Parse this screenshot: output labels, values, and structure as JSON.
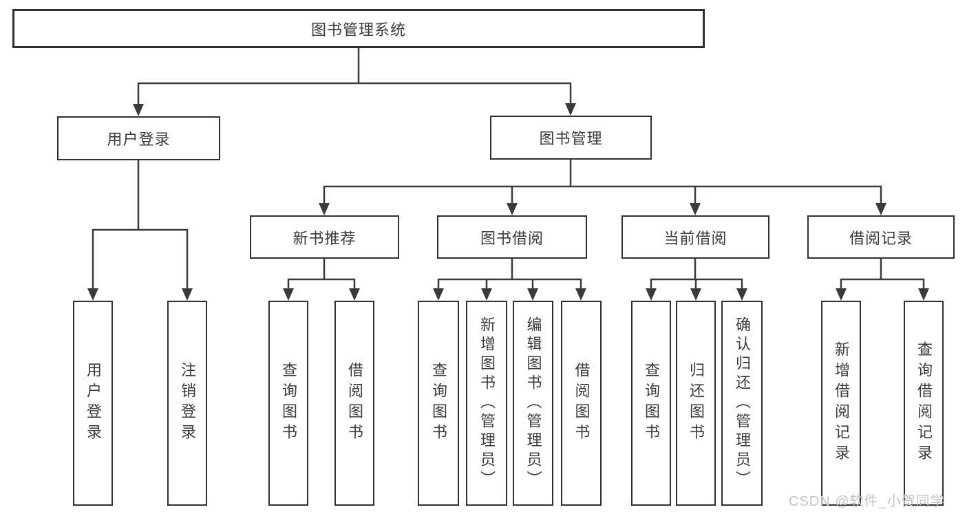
{
  "nodes": {
    "root": "图书管理系统",
    "login": "用户登录",
    "management": "图书管理",
    "level3": [
      "新书推荐",
      "图书借阅",
      "当前借阅",
      "借阅记录"
    ],
    "login_children": [
      "用户登录",
      "注销登录"
    ],
    "newbook_children": [
      "查询图书",
      "借阅图书"
    ],
    "borrow_children": [
      "查询图书",
      "新增图书（管理员）",
      "编辑图书（管理员）",
      "借阅图书"
    ],
    "current_children": [
      "查询图书",
      "归还图书",
      "确认归还（管理员）"
    ],
    "records_children": [
      "新增借阅记录",
      "查询借阅记录"
    ]
  },
  "watermark": "CSDN @软件_小贺同学",
  "colors": {
    "line": "#3a3a3a",
    "box_border": "#2f2f2f",
    "box_fill": "#ffffff",
    "text": "#3a3a3a",
    "watermark": "#c4c4c4",
    "background": "#ffffff"
  }
}
